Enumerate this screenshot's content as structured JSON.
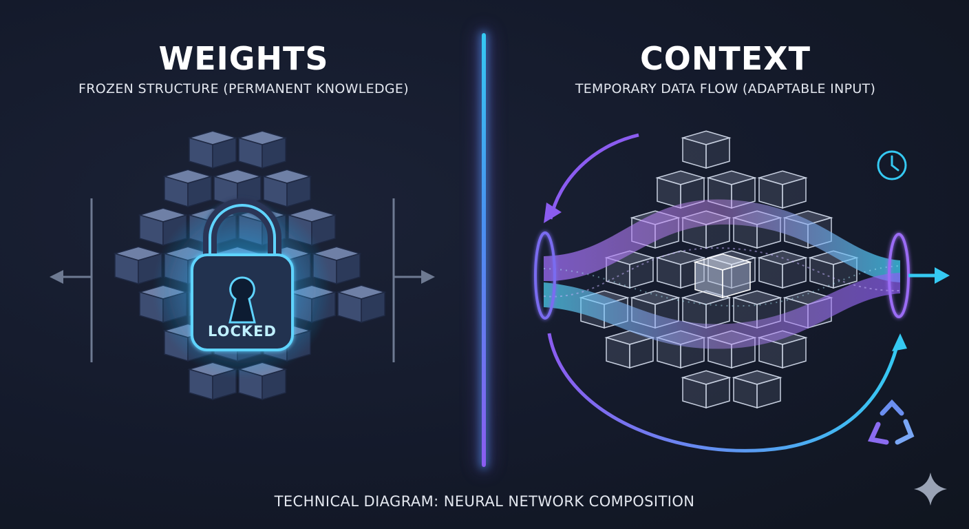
{
  "left_panel": {
    "title": "WEIGHTS",
    "subtitle": "FROZEN STRUCTURE (PERMANENT KNOWLEDGE)",
    "lock_label": "LOCKED",
    "icons": [
      "cube-lattice-icon",
      "padlock-icon",
      "arrow-left-icon",
      "arrow-right-icon"
    ]
  },
  "right_panel": {
    "title": "CONTEXT",
    "subtitle": "TEMPORARY DATA FLOW (ADAPTABLE INPUT)",
    "icons": [
      "translucent-cube-lattice-icon",
      "clock-icon",
      "recycle-icon",
      "cycle-arrow-icon",
      "output-arrow-icon"
    ]
  },
  "footer": {
    "caption": "TECHNICAL DIAGRAM: NEURAL NETWORK COMPOSITION"
  },
  "colors": {
    "background": "#141a2b",
    "cube_fill": "#3b4a6e",
    "accent_cyan": "#35c9f2",
    "accent_purple": "#8b5cf0",
    "text": "#ffffff"
  }
}
